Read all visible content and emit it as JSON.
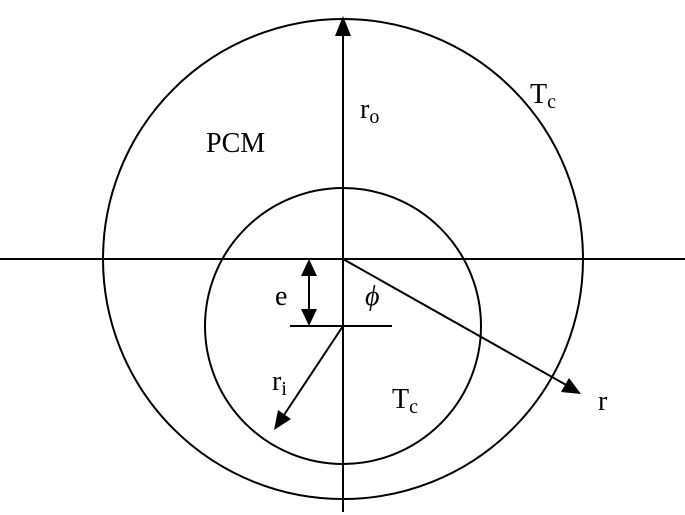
{
  "labels": {
    "pcm": "PCM",
    "outer_temp_base": "T",
    "outer_temp_sub": "c",
    "inner_temp_base": "T",
    "inner_temp_sub": "c",
    "outer_radius_base": "r",
    "outer_radius_sub": "o",
    "inner_radius_base": "r",
    "inner_radius_sub": "i",
    "eccentricity": "e",
    "angle": "ϕ",
    "radial_coord": "r"
  },
  "colors": {
    "stroke": "#000000",
    "background": "#ffffff"
  }
}
